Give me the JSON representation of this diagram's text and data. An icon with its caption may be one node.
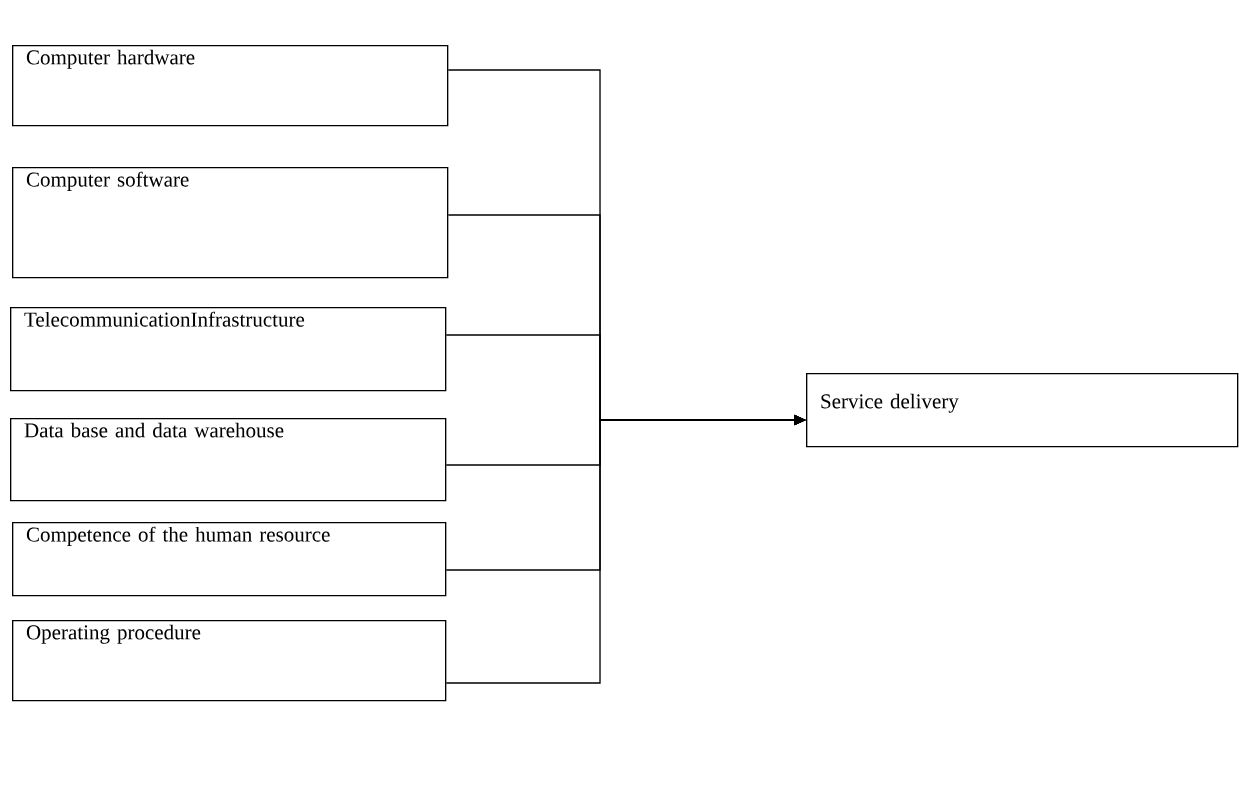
{
  "diagram": {
    "nodes": [
      {
        "text": [
          "Computer hardware"
        ]
      },
      {
        "text": [
          "Computer software"
        ]
      },
      {
        "text": [
          "TelecommunicationInfrastructure"
        ]
      },
      {
        "text": [
          "Data base and data warehouse"
        ]
      },
      {
        "text": [
          "Competence of the human resource"
        ]
      },
      {
        "text": [
          "Operating procedure"
        ]
      },
      {
        "text": [
          "Service delivery"
        ]
      }
    ],
    "edges": [
      {
        "from": 0,
        "to": 6,
        "arrow": "to"
      },
      {
        "from": 1,
        "to": 6,
        "arrow": "to"
      },
      {
        "from": 2,
        "to": 6,
        "arrow": "to"
      },
      {
        "from": 3,
        "to": 6,
        "arrow": "to"
      },
      {
        "from": 4,
        "to": 6,
        "arrow": "to"
      },
      {
        "from": 5,
        "to": 6,
        "arrow": "to"
      }
    ]
  }
}
